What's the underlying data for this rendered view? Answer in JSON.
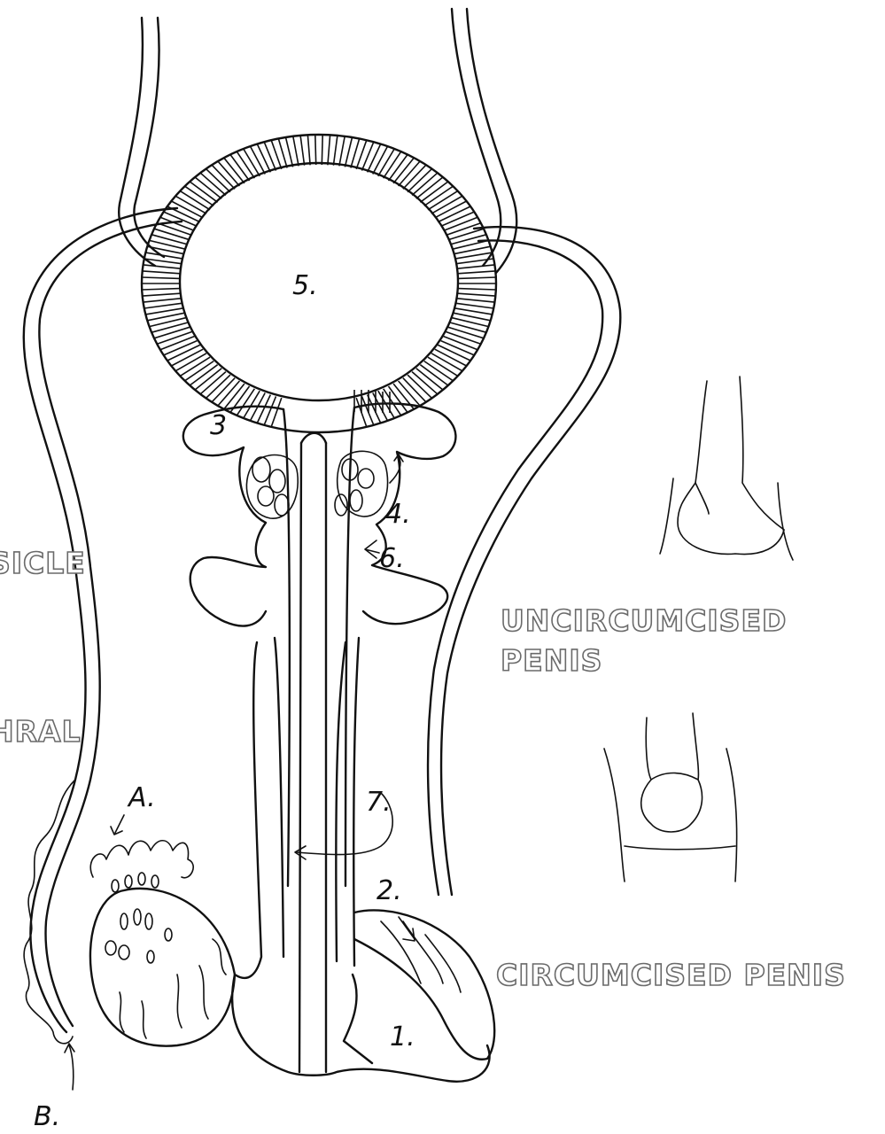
{
  "labels": {
    "left_partial_1": "SICLE",
    "left_partial_2": "HRAL",
    "uncircumcised_line1": "UNCIRCUMCISED",
    "uncircumcised_line2": "PENIS",
    "circumcised": "CIRCUMCISED PENIS"
  },
  "markers": {
    "m1": "1.",
    "m2": "2.",
    "m3": "3",
    "m4": "4.",
    "m5": "5.",
    "m6": "6.",
    "m7": "7.",
    "mA": "A.",
    "mB": "B."
  }
}
